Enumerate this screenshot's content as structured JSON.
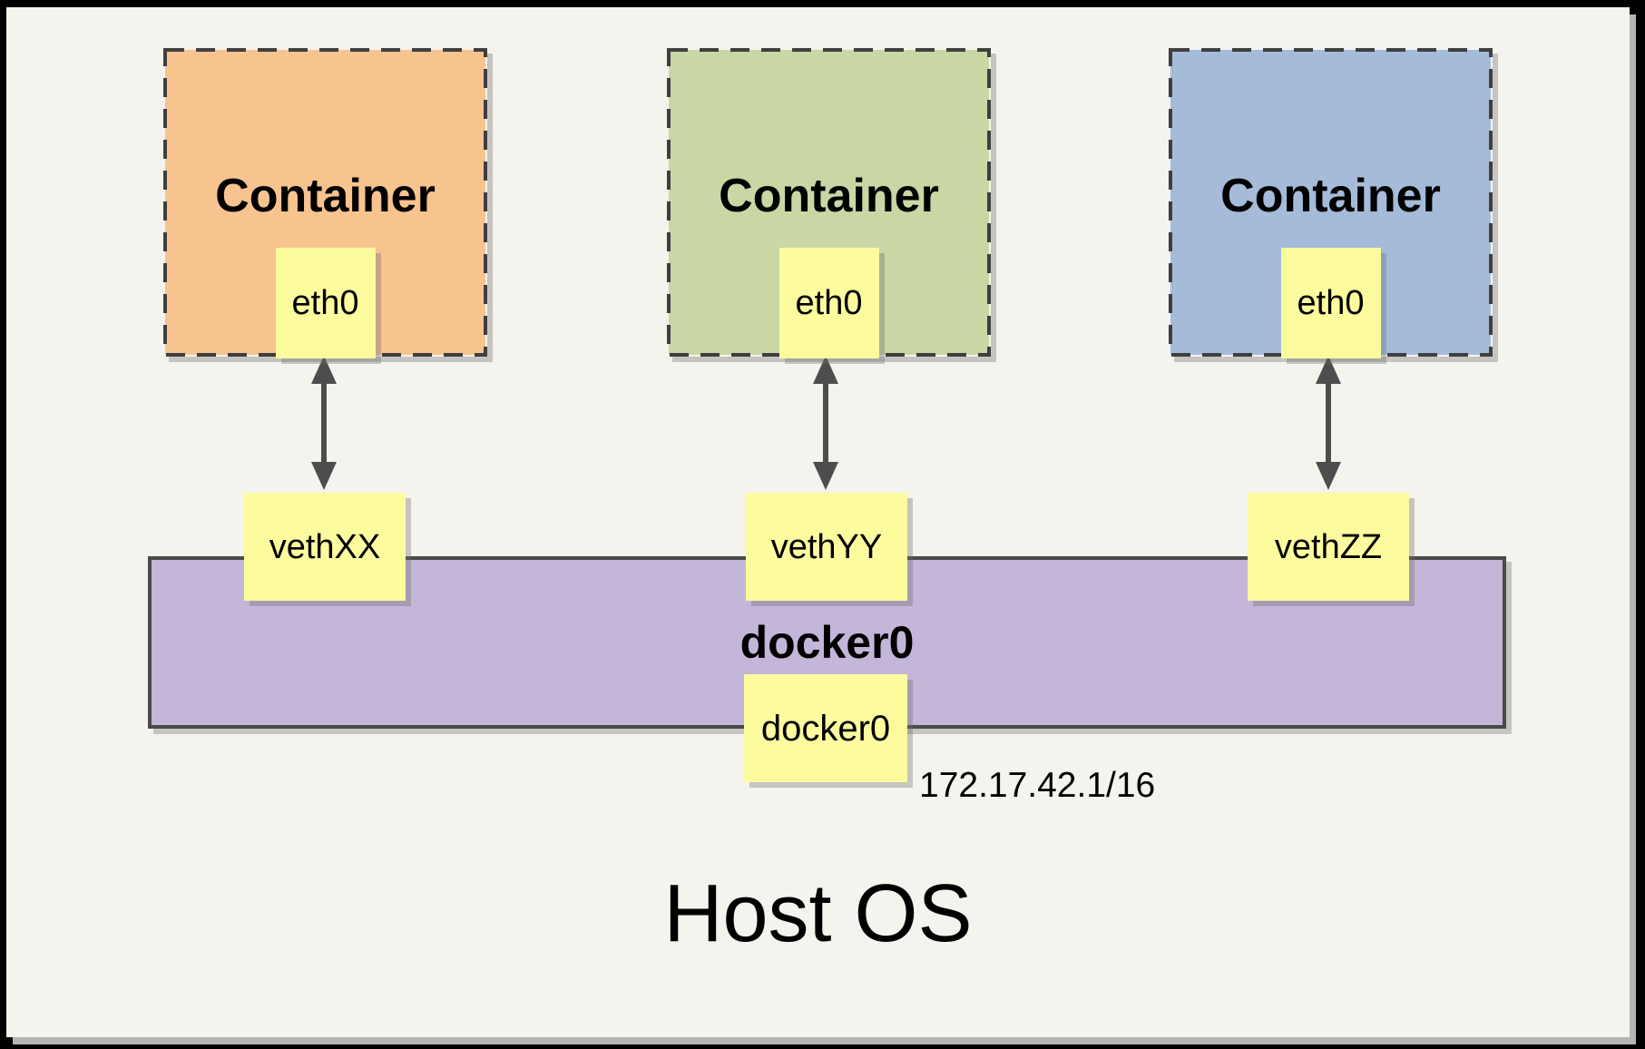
{
  "diagram": {
    "host": {
      "title": "Host OS"
    },
    "bridge": {
      "label": "docker0",
      "interface": "docker0",
      "subnet": "172.17.42.1/16",
      "fill_color": "#C3B6D8"
    },
    "containers": [
      {
        "label": "Container",
        "interface": "eth0",
        "veth": "vethXX",
        "color": "#F7C48F"
      },
      {
        "label": "Container",
        "interface": "eth0",
        "veth": "vethYY",
        "color": "#C9D7A5"
      },
      {
        "label": "Container",
        "interface": "eth0",
        "veth": "vethZZ",
        "color": "#A6BBDA"
      }
    ],
    "colors": {
      "page_background": "#F4F3ED",
      "outer_frame": "#000000",
      "interface_box": "#FCFC9F",
      "arrow": "#4D4D4D",
      "dashed_border": "#3F3F3F"
    }
  }
}
